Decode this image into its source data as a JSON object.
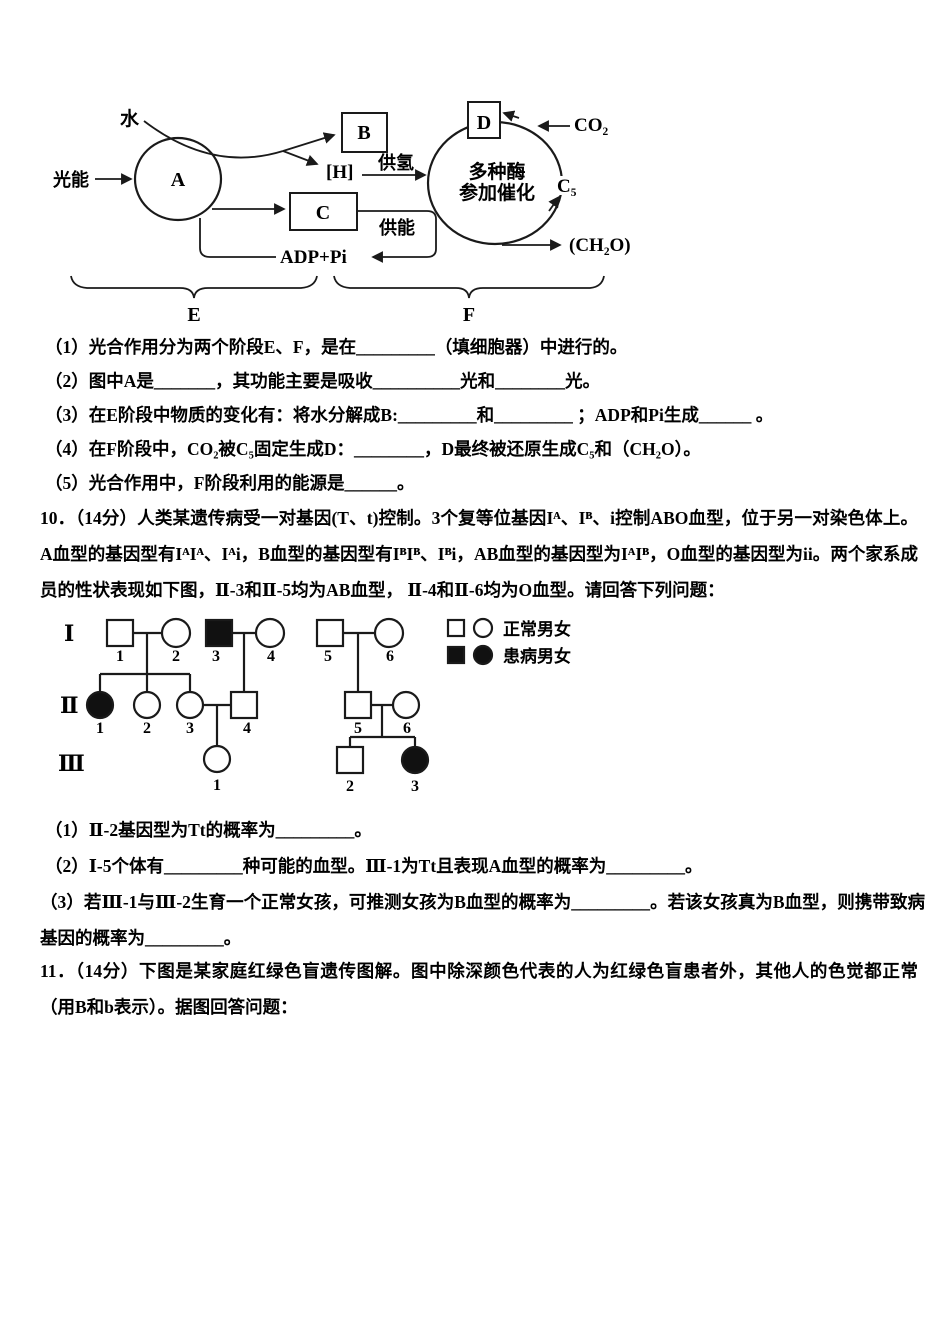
{
  "photosynthesis_diagram": {
    "water": "水",
    "light_energy": "光能",
    "node_a": "A",
    "node_b": "B",
    "node_c": "C",
    "node_d": "D",
    "hydrogen_carrier": "[H]",
    "supply_hydrogen": "供氢",
    "supply_energy": "供能",
    "adp_pi": "ADP+Pi",
    "co2": "CO₂",
    "c5": "C₅",
    "ch2o": "(CH₂O)",
    "enzyme_line1": "多种酶",
    "enzyme_line2": "参加催化",
    "stage_e": "E",
    "stage_f": "F"
  },
  "photosynthesis_questions": {
    "items": [
      "（1）光合作用分为两个阶段E、F，是在_________（填细胞器）中进行的。",
      "（2）图中A是_______，其功能主要是吸收__________光和________光。",
      "（3）在E阶段中物质的变化有：将水分解成B:_________和_________ ；ADP和Pi生成______ 。",
      "（4）在F阶段中，CO₂被C₅固定生成D：________，D最终被还原生成C₅和（CH₂O）。",
      "（5）光合作用中，F阶段利用的能源是______。"
    ]
  },
  "q10": {
    "intro": "10．（14分）人类某遗传病受一对基因(T、t)控制。3个复等位基因Iᴬ、Iᴮ、i控制ABO血型，位于另一对染色体上。A血型的基因型有IᴬIᴬ、Iᴬi，B血型的基因型有IᴮIᴮ、Iᴮi，AB血型的基因型为IᴬIᴮ，O血型的基因型为ii。两个家系成员的性状表现如下图，Ⅱ-3和Ⅱ-5均为AB血型， Ⅱ-4和Ⅱ-6均为O血型。请回答下列问题：",
    "sub_questions": [
      "（1）Ⅱ-2基因型为Tt的概率为_________。",
      "（2）Ⅰ-5个体有_________种可能的血型。Ⅲ-1为Tt且表现A血型的概率为_________。",
      "（3）若Ⅲ-1与Ⅲ-2生育一个正常女孩，可推测女孩为B血型的概率为_________。若该女孩真为B血型，则携带致病基因的概率为_________。"
    ]
  },
  "pedigree": {
    "generation_labels": [
      "Ⅰ",
      "Ⅱ",
      "Ⅲ"
    ],
    "gen1_numbers": [
      "1",
      "2",
      "3",
      "4",
      "5",
      "6"
    ],
    "gen2_numbers": [
      "1",
      "2",
      "3",
      "4",
      "5",
      "6"
    ],
    "gen3_numbers": [
      "1",
      "2",
      "3"
    ],
    "legend": {
      "normal": "正常男女",
      "affected": "患病男女"
    },
    "individuals": [
      {
        "id": "Ⅰ-1",
        "shape": "square",
        "filled": false
      },
      {
        "id": "Ⅰ-2",
        "shape": "circle",
        "filled": false
      },
      {
        "id": "Ⅰ-3",
        "shape": "square",
        "filled": true
      },
      {
        "id": "Ⅰ-4",
        "shape": "circle",
        "filled": false
      },
      {
        "id": "Ⅰ-5",
        "shape": "square",
        "filled": false
      },
      {
        "id": "Ⅰ-6",
        "shape": "circle",
        "filled": false
      },
      {
        "id": "Ⅱ-1",
        "shape": "circle",
        "filled": true
      },
      {
        "id": "Ⅱ-2",
        "shape": "circle",
        "filled": false
      },
      {
        "id": "Ⅱ-3",
        "shape": "circle",
        "filled": false
      },
      {
        "id": "Ⅱ-4",
        "shape": "square",
        "filled": false
      },
      {
        "id": "Ⅱ-5",
        "shape": "square",
        "filled": false
      },
      {
        "id": "Ⅱ-6",
        "shape": "circle",
        "filled": false
      },
      {
        "id": "Ⅲ-1",
        "shape": "circle",
        "filled": false
      },
      {
        "id": "Ⅲ-2",
        "shape": "square",
        "filled": false
      },
      {
        "id": "Ⅲ-3",
        "shape": "circle",
        "filled": true
      }
    ]
  },
  "q11": {
    "intro": "11．（14分）下图是某家庭红绿色盲遗传图解。图中除深颜色代表的人为红绿色盲患者外，其他人的色觉都正常（用B和b表示）。据图回答问题："
  }
}
